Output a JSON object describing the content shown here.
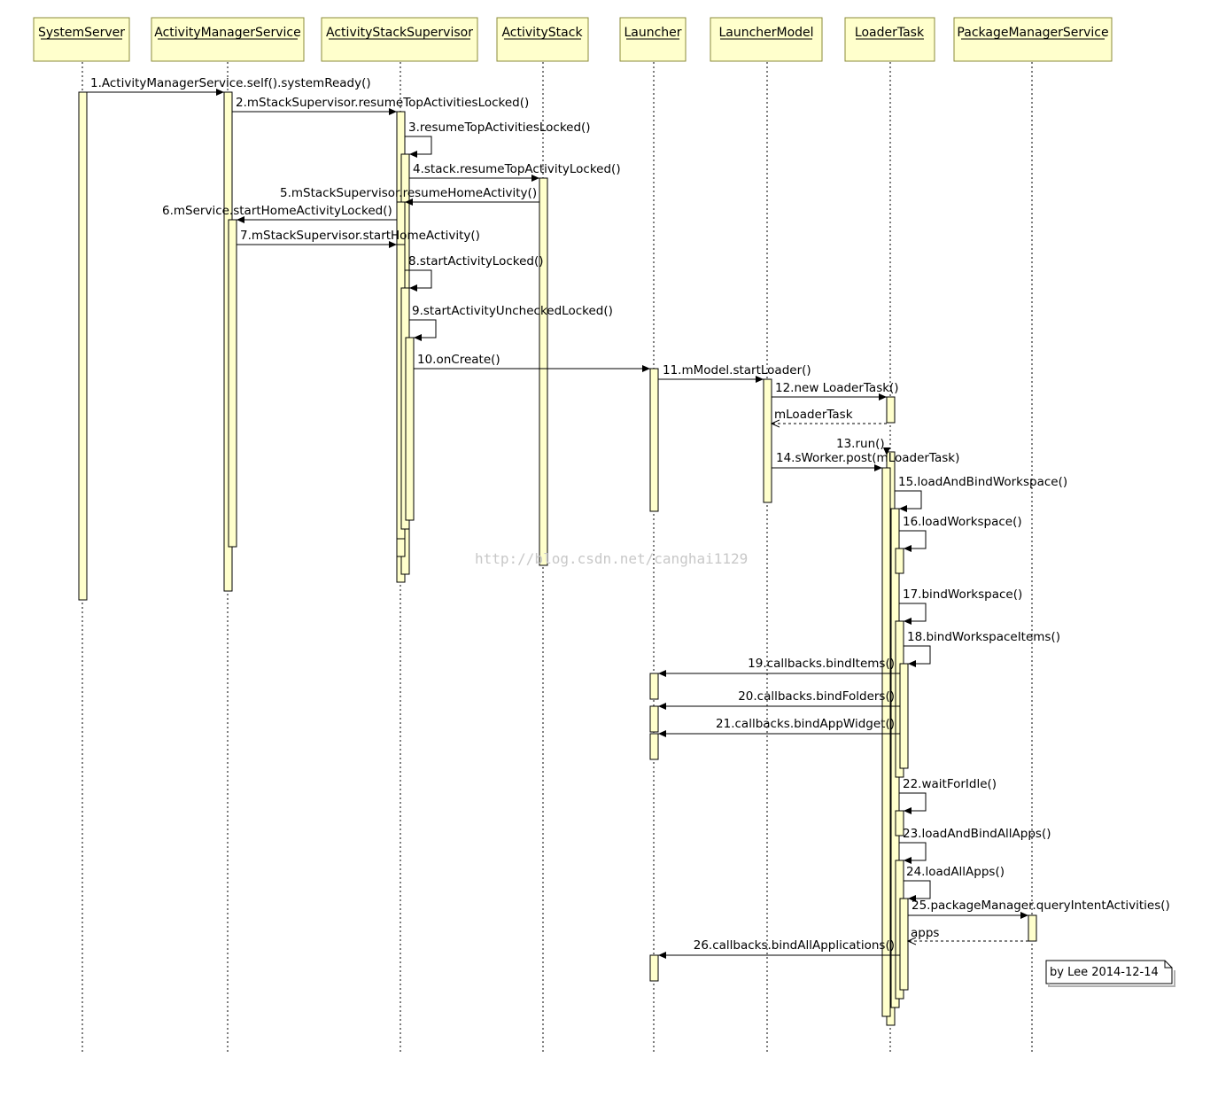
{
  "colors": {
    "box_fill": "#ffffcc",
    "box_stroke": "#8b8b3a",
    "line": "#000000",
    "watermark": "#c8c8c8"
  },
  "participants": [
    "SystemServer",
    "ActivityManagerService",
    "ActivityStackSupervisor",
    "ActivityStack",
    "Launcher",
    "LauncherModel",
    "LoaderTask",
    "PackageManagerService"
  ],
  "messages": [
    "1.ActivityManagerService.self().systemReady()",
    "2.mStackSupervisor.resumeTopActivitiesLocked()",
    "3.resumeTopActivitiesLocked()",
    "4.stack.resumeTopActivityLocked()",
    "5.mStackSupervisor.resumeHomeActivity()",
    "6.mService.startHomeActivityLocked()",
    "7.mStackSupervisor.startHomeActivity()",
    "8.startActivityLocked()",
    "9.startActivityUncheckedLocked()",
    "10.onCreate()",
    "11.mModel.startLoader()",
    "12.new LoaderTask()",
    "mLoaderTask",
    "13.run()",
    "14.sWorker.post(mLoaderTask)",
    "15.loadAndBindWorkspace()",
    "16.loadWorkspace()",
    "17.bindWorkspace()",
    "18.bindWorkspaceItems()",
    "19.callbacks.bindItems()",
    "20.callbacks.bindFolders()",
    "21.callbacks.bindAppWidget()",
    "22.waitForIdle()",
    "23.loadAndBindAllApps()",
    "24.loadAllApps()",
    "25.packageManager.queryIntentActivities()",
    "apps",
    "26.callbacks.bindAllApplications()"
  ],
  "note": "by Lee 2014-12-14",
  "watermark": "http://blog.csdn.net/canghai1129"
}
